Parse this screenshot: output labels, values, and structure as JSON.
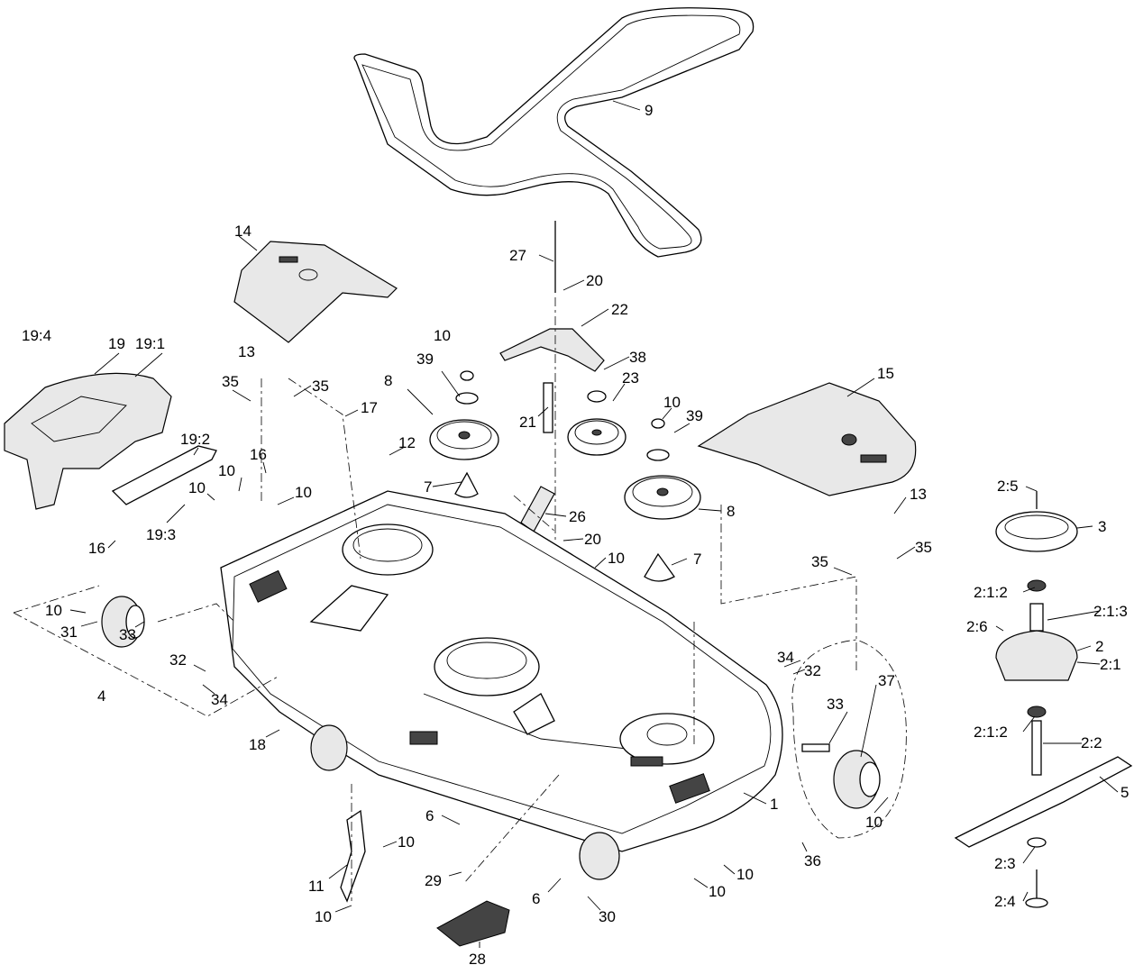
{
  "diagram": {
    "callouts": [
      "9",
      "27",
      "20",
      "22",
      "14",
      "19:4",
      "19",
      "19:1",
      "13",
      "10",
      "39",
      "38",
      "23",
      "35",
      "35",
      "8",
      "10",
      "39",
      "15",
      "21",
      "17",
      "19:2",
      "12",
      "16",
      "10",
      "10",
      "10",
      "7",
      "26",
      "8",
      "13",
      "2:5",
      "3",
      "16",
      "19:3",
      "20",
      "10",
      "7",
      "35",
      "35",
      "2:1:2",
      "2:1:3",
      "10",
      "31",
      "33",
      "2:6",
      "34",
      "32",
      "2",
      "2:1",
      "4",
      "32",
      "34",
      "18",
      "2:1:2",
      "33",
      "37",
      "2:2",
      "5",
      "1",
      "10",
      "6",
      "10",
      "36",
      "11",
      "10",
      "29",
      "6",
      "10",
      "10",
      "30",
      "2:3",
      "2:4",
      "28"
    ]
  }
}
